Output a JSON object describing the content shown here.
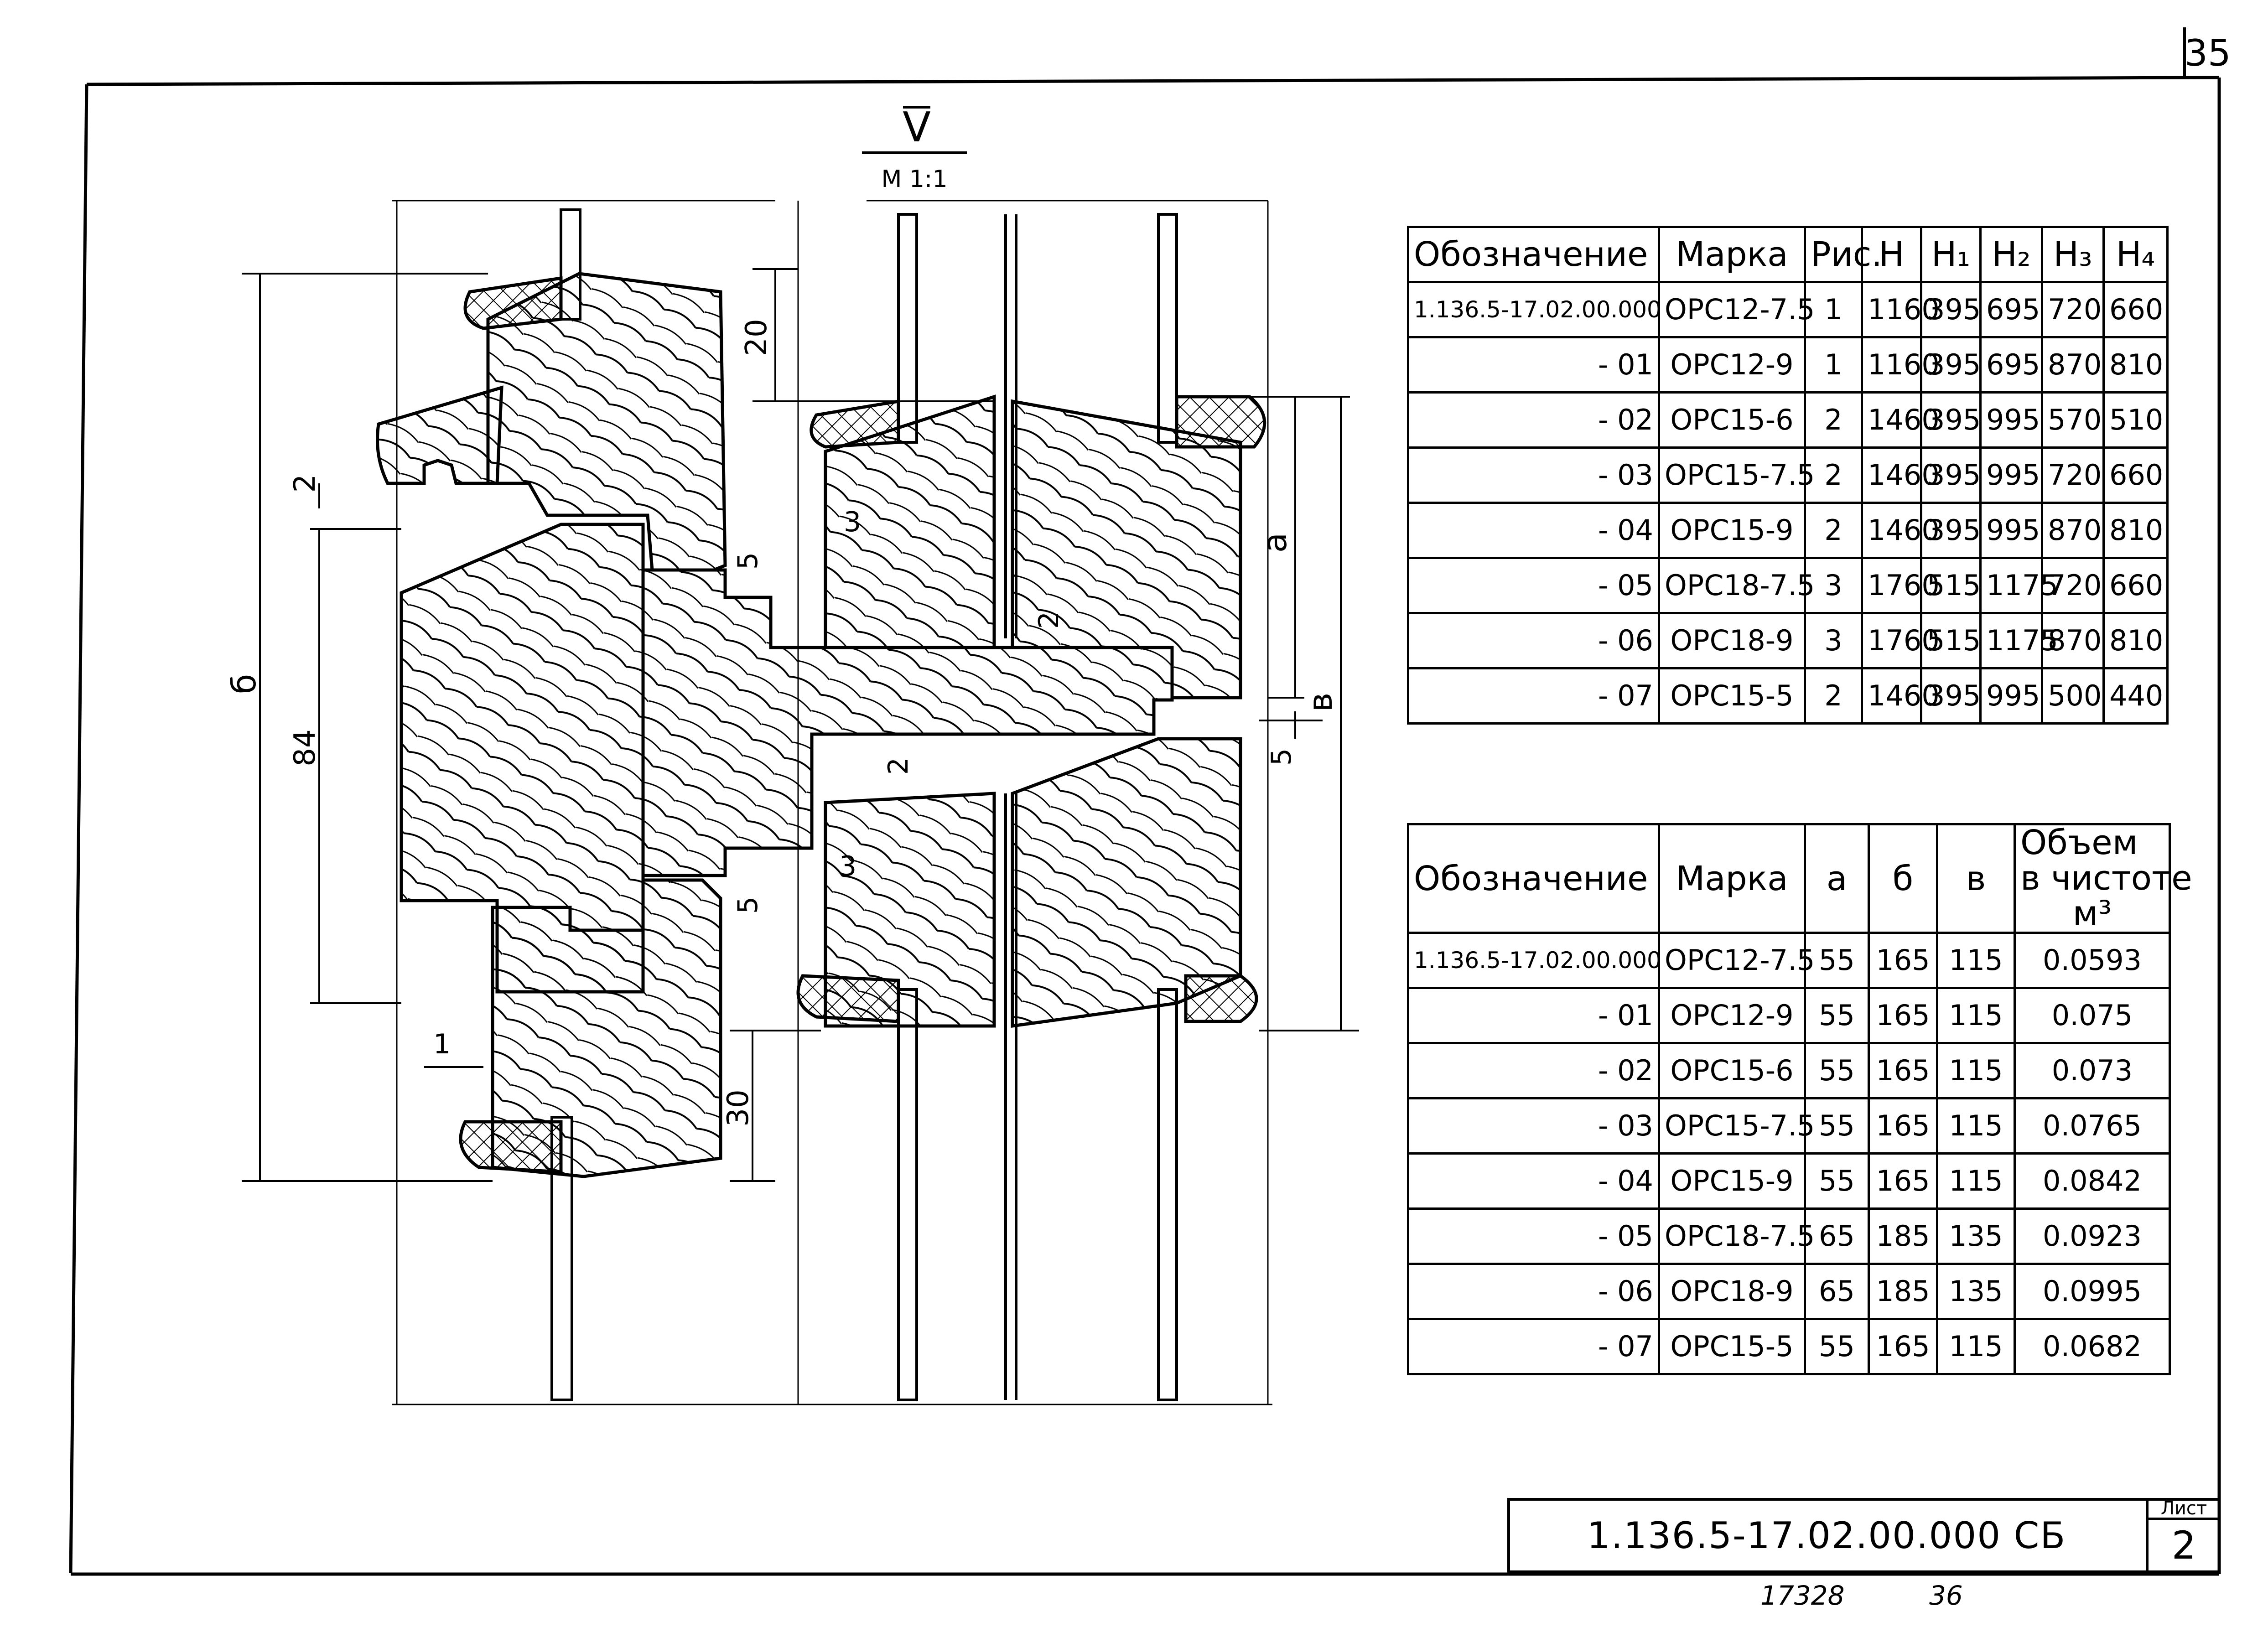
{
  "page_number": "35",
  "section": {
    "label": "V",
    "scale": "M 1:1"
  },
  "dimensions": {
    "total": "б",
    "inner": "84",
    "a": "a",
    "v": "в",
    "d20": "20",
    "d30": "30",
    "d2_top": "2",
    "d2_mid": "2",
    "d2_low": "2",
    "d3_top": "3",
    "d3_bot": "3",
    "d5_top": "5",
    "d5_bot": "5",
    "d5_right": "5",
    "d1": "1"
  },
  "table1": {
    "headers": [
      "Обозначение",
      "Марка",
      "Рис.",
      "H",
      "H₁",
      "H₂",
      "H₃",
      "H₄"
    ],
    "rows": [
      [
        "1.136.5-17.02.00.000",
        "ОРС12-7.5",
        "1",
        "1160",
        "395",
        "695",
        "720",
        "660"
      ],
      [
        "- 01",
        "ОРС12-9",
        "1",
        "1160",
        "395",
        "695",
        "870",
        "810"
      ],
      [
        "- 02",
        "ОРС15-6",
        "2",
        "1460",
        "395",
        "995",
        "570",
        "510"
      ],
      [
        "- 03",
        "ОРС15-7.5",
        "2",
        "1460",
        "395",
        "995",
        "720",
        "660"
      ],
      [
        "- 04",
        "ОРС15-9",
        "2",
        "1460",
        "395",
        "995",
        "870",
        "810"
      ],
      [
        "- 05",
        "ОРС18-7.5",
        "3",
        "1760",
        "515",
        "1175",
        "720",
        "660"
      ],
      [
        "- 06",
        "ОРС18-9",
        "3",
        "1760",
        "515",
        "1175",
        "870",
        "810"
      ],
      [
        "- 07",
        "ОРС15-5",
        "2",
        "1460",
        "395",
        "995",
        "500",
        "440"
      ]
    ]
  },
  "table2": {
    "headers": [
      "Обозначение",
      "Марка",
      "a",
      "б",
      "в"
    ],
    "volume_header": {
      "line1": "Объем",
      "line2": "в чистоте",
      "line3": "м³"
    },
    "rows": [
      [
        "1.136.5-17.02.00.000",
        "ОРС12-7.5",
        "55",
        "165",
        "115",
        "0.0593"
      ],
      [
        "- 01",
        "ОРС12-9",
        "55",
        "165",
        "115",
        "0.075"
      ],
      [
        "- 02",
        "ОРС15-6",
        "55",
        "165",
        "115",
        "0.073"
      ],
      [
        "- 03",
        "ОРС15-7.5",
        "55",
        "165",
        "115",
        "0.0765"
      ],
      [
        "- 04",
        "ОРС15-9",
        "55",
        "165",
        "115",
        "0.0842"
      ],
      [
        "- 05",
        "ОРС18-7.5",
        "65",
        "185",
        "135",
        "0.0923"
      ],
      [
        "- 06",
        "ОРС18-9",
        "65",
        "185",
        "135",
        "0.0995"
      ],
      [
        "- 07",
        "ОРС15-5",
        "55",
        "165",
        "115",
        "0.0682"
      ]
    ]
  },
  "title_block": {
    "code": "1.136.5-17.02.00.000 СБ",
    "sheet_label": "Лист",
    "sheet_number": "2"
  },
  "footer": {
    "left": "17328",
    "right": "36"
  }
}
